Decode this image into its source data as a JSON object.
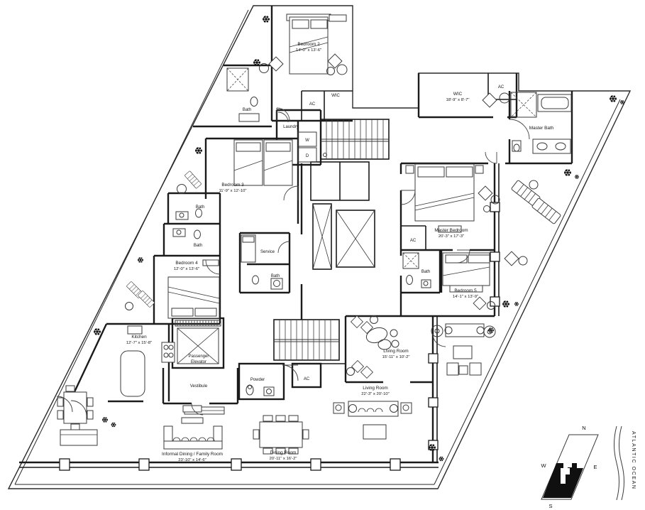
{
  "rooms": {
    "bedroom2": {
      "name": "Bedroom 2",
      "dims": "14'-0\" x 13'-6\""
    },
    "bedroom3": {
      "name": "Bedroom 3",
      "dims": "11'-9\" x 12'-10\""
    },
    "bedroom4": {
      "name": "Bedroom 4",
      "dims": "12'-0\" x 13'-6\""
    },
    "bedroom5": {
      "name": "Bedroom 5",
      "dims": "14'-1\" x 13'-9\""
    },
    "master_bedroom": {
      "name": "Master Bedroom",
      "dims": "20'-3\" x 17'-3\""
    },
    "master_wic": {
      "name": "WIC",
      "dims": "18'-9\" x 8'-7\""
    },
    "master_bath": {
      "name": "Master Bath"
    },
    "wic2": {
      "name": "WIC"
    },
    "kitchen": {
      "name": "Kitchen",
      "dims": "12'-7\" x 15'-8\""
    },
    "living_room_small": {
      "name": "Living Room",
      "dims": "15'-11\" x 10'-2\""
    },
    "living_room_large": {
      "name": "Living Room",
      "dims": "22'-3\" x 20'-10\""
    },
    "informal_dining": {
      "name": "Informal Dining / Family Room",
      "dims": "23'-10\" x 14'-6\""
    },
    "dining_room": {
      "name": "Dining Room",
      "dims": "20'-11\" x 16'-2\""
    },
    "vestibule": {
      "name": "Vestibule"
    },
    "powder": {
      "name": "Powder"
    },
    "service": {
      "name": "Service"
    },
    "laundry": {
      "name": "Laundry"
    },
    "passenger_elevator": {
      "line1": "Passenger",
      "line2": "Elevator"
    }
  },
  "fixtures": {
    "bath": "Bath",
    "ac": "AC",
    "washer": "W",
    "dryer": "D"
  },
  "compass": {
    "north": "N",
    "east": "E",
    "south": "S",
    "west": "W"
  },
  "ocean_label": "ATLANTIC OCEAN",
  "colors": {
    "ink": "#1b1b1b",
    "background": "#ffffff"
  }
}
